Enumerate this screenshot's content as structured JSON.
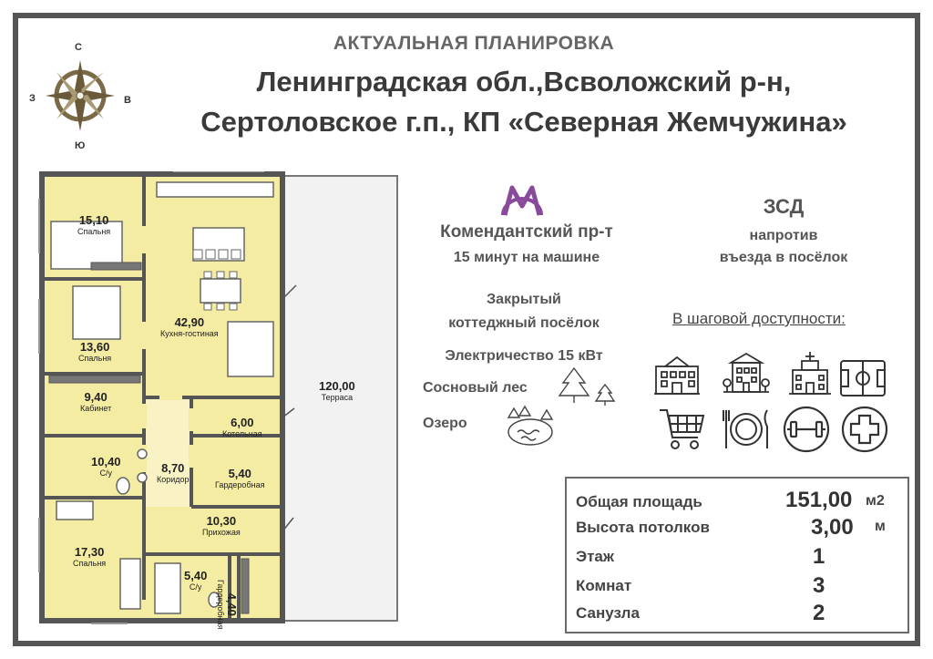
{
  "compass": {
    "n": "С",
    "s": "Ю",
    "w": "З",
    "e": "В"
  },
  "header": {
    "subtitle": "АКТУАЛЬНАЯ ПЛАНИРОВКА",
    "line1": "Ленинградская обл.,Всволожский р-н,",
    "line2": "Сертоловское г.п., КП «Северная Жемчужина»"
  },
  "plan": {
    "rooms": [
      {
        "area": "15,10",
        "name": "Спальня"
      },
      {
        "area": "13,60",
        "name": "Спальня"
      },
      {
        "area": "9,40",
        "name": "Кабинет"
      },
      {
        "area": "10,40",
        "name": "С/у"
      },
      {
        "area": "17,30",
        "name": "Спальня"
      },
      {
        "area": "42,90",
        "name": "Кухня-гостиная"
      },
      {
        "area": "8,70",
        "name": "Коридор"
      },
      {
        "area": "6,00",
        "name": "Котельная"
      },
      {
        "area": "5,40",
        "name": "Гардеробная"
      },
      {
        "area": "10,30",
        "name": "Прихожая"
      },
      {
        "area": "5,40",
        "name": "С/у"
      },
      {
        "area": "4,40",
        "name": "Гардеробная"
      },
      {
        "area": "120,00",
        "name": "Терраса"
      }
    ]
  },
  "location": {
    "metro_station": "Комендантский пр-т",
    "metro_time": "15 минут на машине",
    "road": "ЗСД",
    "road_desc_1": "напротив",
    "road_desc_2": "въезда в посёлок",
    "feature_gated_1": "Закрытый",
    "feature_gated_2": "коттеджный посёлок",
    "feature_power": "Электричество 15 кВт",
    "feature_forest": "Сосновый лес",
    "feature_lake": "Озеро",
    "walking_title": "В шаговой доступности:"
  },
  "amenities": [
    "office-building-icon",
    "school-icon",
    "hospital-icon",
    "sports-field-icon",
    "shopping-cart-icon",
    "restaurant-icon",
    "gym-icon",
    "pharmacy-icon"
  ],
  "specs": {
    "area_label": "Общая площадь",
    "area_value": "151,00",
    "area_unit": "м2",
    "height_label": "Высота потолков",
    "height_value": "3,00",
    "height_unit": "м",
    "floor_label": "Этаж",
    "floor_value": "1",
    "rooms_label": "Комнат",
    "rooms_value": "3",
    "bath_label": "Санузла",
    "bath_value": "2"
  },
  "colors": {
    "room_fill": "#f4eca2",
    "terrace_fill": "#f2f2f2",
    "metro_purple": "#8a4a9c",
    "frame": "#555555"
  }
}
